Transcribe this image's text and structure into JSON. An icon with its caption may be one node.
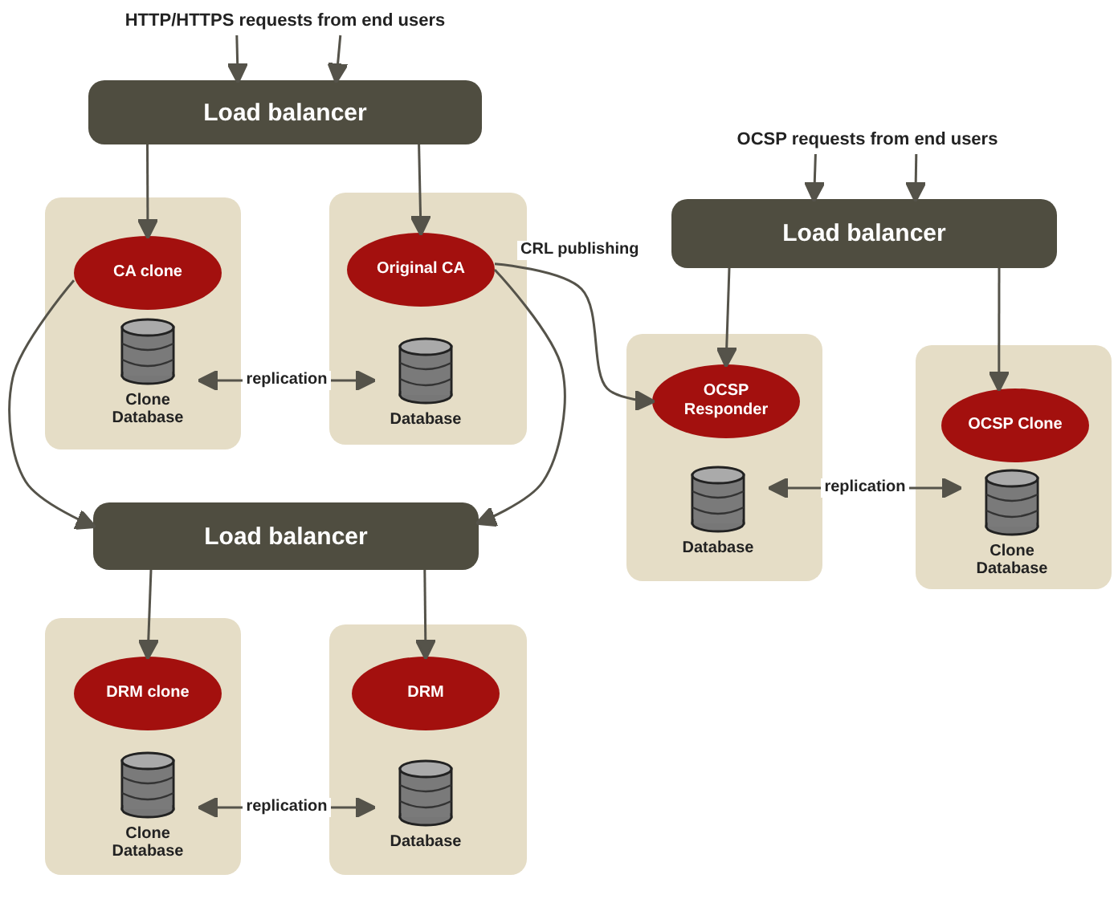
{
  "diagram": {
    "nodes": [
      {
        "text": [
          "HTTP/HTTPS requests from end users"
        ]
      },
      {
        "text": [
          "Load balancer"
        ]
      },
      {
        "text": [],
        "shape": "box"
      },
      {
        "text": [
          "CA clone"
        ],
        "in": 2
      },
      {
        "text": [
          "Clone Database"
        ],
        "in": 2
      },
      {
        "text": [],
        "shape": "box"
      },
      {
        "text": [
          "Original CA"
        ],
        "in": 5
      },
      {
        "text": [
          "Database"
        ],
        "in": 5
      },
      {
        "text": [
          "OCSP requests from end users"
        ]
      },
      {
        "text": [
          "Load balancer"
        ]
      },
      {
        "text": [],
        "shape": "box"
      },
      {
        "text": [
          "OCSP Responder"
        ],
        "in": 10
      },
      {
        "text": [
          "Database"
        ],
        "in": 10
      },
      {
        "text": [],
        "shape": "box"
      },
      {
        "text": [
          "OCSP Clone"
        ],
        "in": 13
      },
      {
        "text": [
          "Clone Database"
        ],
        "in": 13
      },
      {
        "text": [
          "Load balancer"
        ]
      },
      {
        "text": [],
        "shape": "box"
      },
      {
        "text": [
          "DRM clone"
        ],
        "in": 17
      },
      {
        "text": [
          "Clone Database"
        ],
        "in": 17
      },
      {
        "text": [],
        "shape": "box"
      },
      {
        "text": [
          "DRM"
        ],
        "in": 20
      },
      {
        "text": [
          "Database"
        ],
        "in": 20
      }
    ],
    "edges": [
      {
        "from": 0,
        "to": 1,
        "arrow": "to"
      },
      {
        "from": 0,
        "to": 1,
        "arrow": "to"
      },
      {
        "from": 1,
        "to": 3,
        "arrow": "to"
      },
      {
        "from": 1,
        "to": 6,
        "arrow": "to"
      },
      {
        "from": 4,
        "to": 7,
        "arrow": "both",
        "label": "replication"
      },
      {
        "from": 3,
        "to": 16,
        "arrow": "to"
      },
      {
        "from": 6,
        "to": 16,
        "arrow": "to"
      },
      {
        "from": 6,
        "to": 11,
        "arrow": "to",
        "label": "CRL publishing"
      },
      {
        "from": 8,
        "to": 9,
        "arrow": "to"
      },
      {
        "from": 8,
        "to": 9,
        "arrow": "to"
      },
      {
        "from": 9,
        "to": 11,
        "arrow": "to"
      },
      {
        "from": 9,
        "to": 14,
        "arrow": "to"
      },
      {
        "from": 12,
        "to": 15,
        "arrow": "both",
        "label": "replication"
      },
      {
        "from": 16,
        "to": 18,
        "arrow": "to"
      },
      {
        "from": 16,
        "to": 21,
        "arrow": "to"
      },
      {
        "from": 19,
        "to": 22,
        "arrow": "both",
        "label": "replication"
      }
    ]
  }
}
